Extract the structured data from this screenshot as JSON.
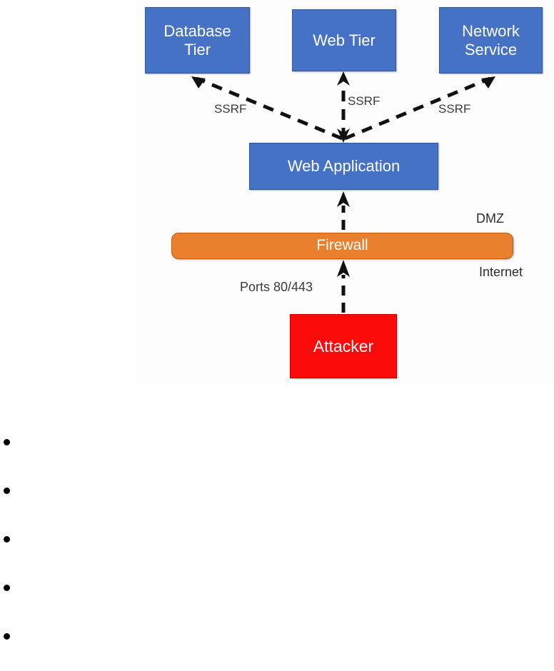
{
  "diagram": {
    "type": "network-attack-flow",
    "background_color": "#fdfdfd",
    "colors": {
      "tier_blue": "#4572C4",
      "firewall_orange": "#E8802E",
      "attacker_red": "#FB0A0A",
      "arrow_black": "#111111",
      "label_gray": "#3a3a3a"
    },
    "nodes": [
      {
        "id": "database-tier",
        "label": "Database\nTier",
        "shape": "rect",
        "color": "#4572C4"
      },
      {
        "id": "web-tier",
        "label": "Web Tier",
        "shape": "rect",
        "color": "#4572C4"
      },
      {
        "id": "network-service",
        "label": "Network\nService",
        "shape": "rect",
        "color": "#4572C4"
      },
      {
        "id": "web-application",
        "label": "Web Application",
        "shape": "rect",
        "color": "#4572C4"
      },
      {
        "id": "firewall",
        "label": "Firewall",
        "shape": "rounded-rect",
        "color": "#E8802E"
      },
      {
        "id": "attacker",
        "label": "Attacker",
        "shape": "rect",
        "color": "#FB0A0A"
      }
    ],
    "node_labels": {
      "database_tier_line1": "Database",
      "database_tier_line2": "Tier",
      "web_tier": "Web Tier",
      "network_service_line1": "Network",
      "network_service_line2": "Service",
      "web_application": "Web Application",
      "firewall": "Firewall",
      "attacker": "Attacker"
    },
    "edges": [
      {
        "id": "edge-webapp-to-database",
        "from": "web-application",
        "to": "database-tier",
        "style": "dashed",
        "label": "SSRF"
      },
      {
        "id": "edge-webapp-to-webtier",
        "from": "web-application",
        "to": "web-tier",
        "style": "dashed",
        "label": "SSRF"
      },
      {
        "id": "edge-webapp-to-network",
        "from": "web-application",
        "to": "network-service",
        "style": "dashed",
        "label": "SSRF"
      },
      {
        "id": "edge-firewall-to-webapp",
        "from": "firewall",
        "to": "web-application",
        "style": "dashed",
        "label": ""
      },
      {
        "id": "edge-attacker-to-firewall",
        "from": "attacker",
        "to": "firewall",
        "style": "dashed",
        "label": "Ports 80/443"
      }
    ],
    "edge_labels": {
      "ssrf_left": "SSRF",
      "ssrf_middle": "SSRF",
      "ssrf_right": "SSRF",
      "ports": "Ports 80/443"
    },
    "zone_labels": {
      "above_firewall": "DMZ",
      "below_firewall": "Internet"
    }
  },
  "bullets": [
    {
      "text": ""
    },
    {
      "text": ""
    },
    {
      "text": ""
    },
    {
      "text": ""
    },
    {
      "text": ""
    }
  ]
}
